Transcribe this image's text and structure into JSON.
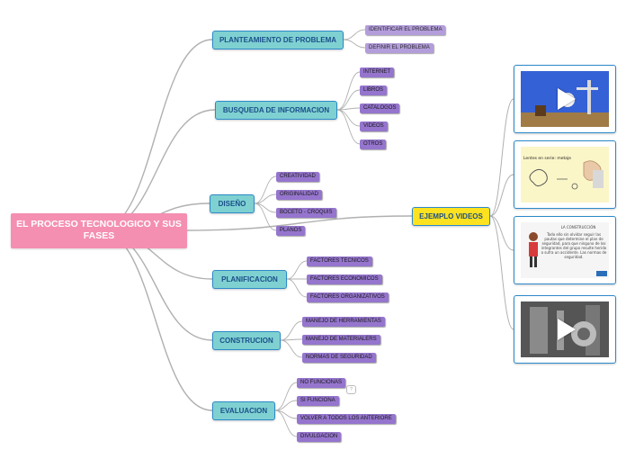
{
  "root": {
    "label": "EL PROCESO TECNOLOGICO Y SUS FASES"
  },
  "branches": [
    {
      "label": "PLANTEAMIENTO DE PROBLEMA",
      "items": [
        "IDENTIFICAR EL PROBLEMA",
        "DEFINIR EL PROBLEMA"
      ]
    },
    {
      "label": "BUSQUEDA DE INFORMACION",
      "items": [
        "INTERNET",
        "LIBROS",
        "CATALOGOS",
        "VIDEOS",
        "OTROS"
      ]
    },
    {
      "label": "DISEÑO",
      "items": [
        "CREATIVIDAD",
        "ORIGINALIDAD",
        "BOCETO - CROQUIS",
        "PLANOS"
      ]
    },
    {
      "label": "PLANIFICACION",
      "items": [
        "FACTORES TECNICOS",
        "FACTORES ECONOMICOS",
        "FACTORES ORGANIZATIVOS"
      ]
    },
    {
      "label": "CONSTRUCION",
      "items": [
        "MANEJO DE HERRAMIENTAS",
        "MANEJO DE MATERIALERS",
        "NORMAS DE SEGURIDAD"
      ]
    },
    {
      "label": "EVALUACION",
      "items": [
        "NO FUNCIONAS",
        "SI FUNCIONA",
        "VOLVER A TODOS LOS ANTERIORE",
        "DIVULGACION"
      ]
    }
  ],
  "examples": {
    "label": "EJEMPLO VIDEOS",
    "note_badge": "?",
    "thumb2_caption": "Lentes en serie: metaje",
    "thumb3_title": "LA CONSTRUCCIÓN",
    "thumb3_body": "Todo ello sin olvidar seguir las pautas que determine el plan de seguridad, para que ninguno de los integrantes del grupo resulte herido o sufra un accidente. Las normas de seguridad."
  },
  "colors": {
    "root": "#f48fb1",
    "branch_fill": "#7fd1d1",
    "branch_border": "#2c89c9",
    "branch_text": "#1a4f8a",
    "leaf_fill": "#b39ddb",
    "example_fill": "#ffe21f",
    "connector": "#b0b0b0"
  },
  "icons": [
    "play-icon",
    "note-icon"
  ]
}
